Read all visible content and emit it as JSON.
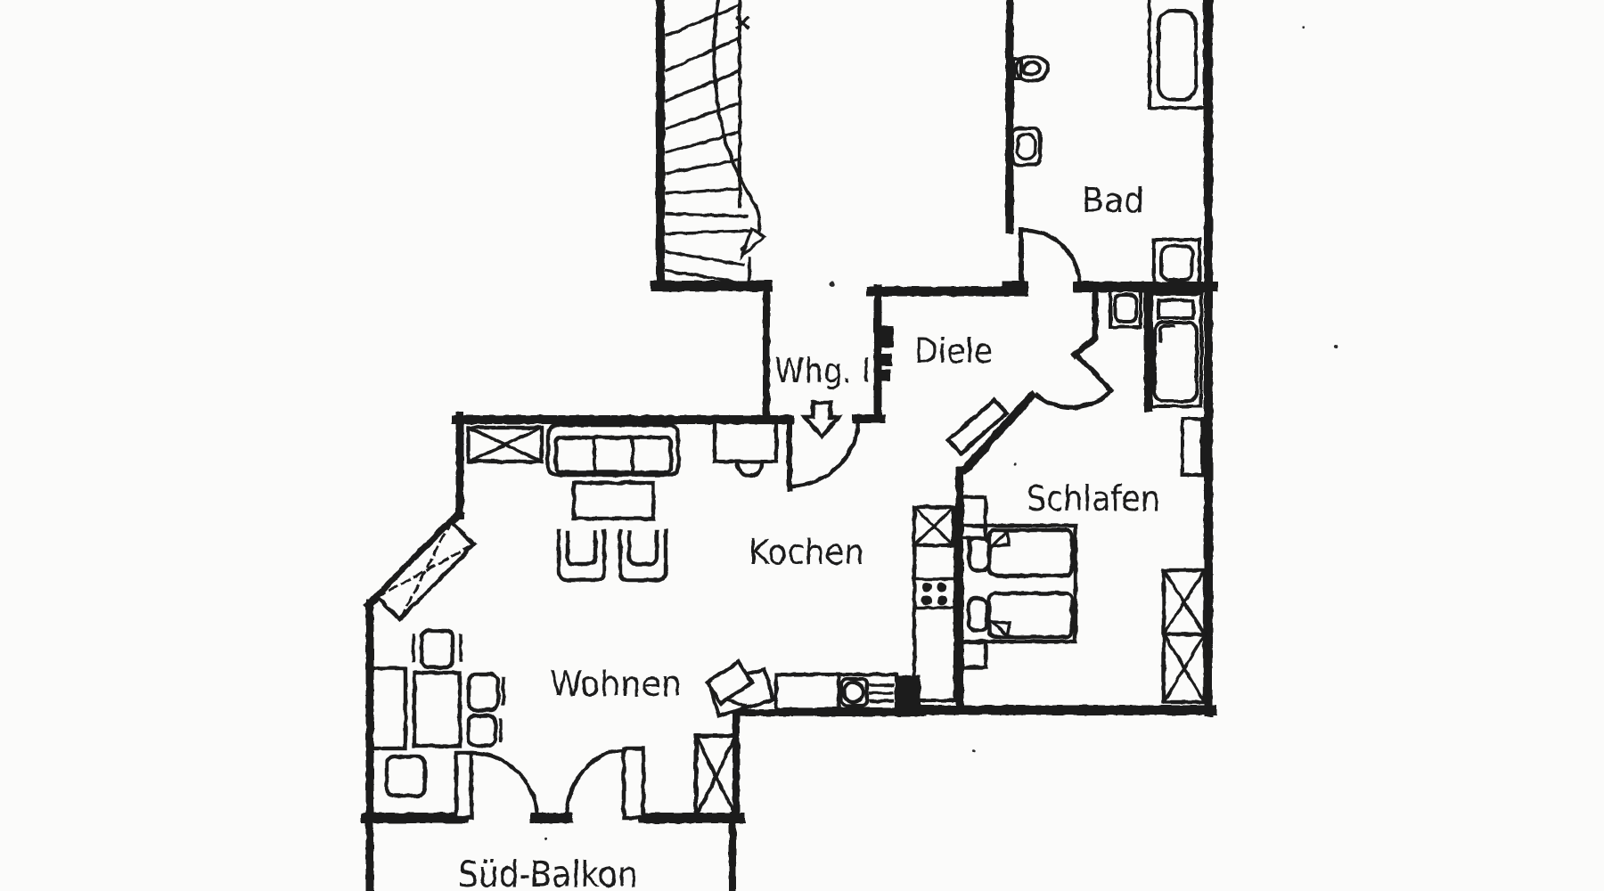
{
  "document": {
    "kind": "scanned floor plan drawing",
    "description": "Black and white architectural floor plan of apartment II (Whg. II) with spiral staircase, bathroom, hall, kitchen/living area, bedroom and south balcony"
  },
  "colors": {
    "ink": "#1b1b1b",
    "paper": "#fbfbfa"
  },
  "labels": {
    "bad": "Bad",
    "diele": "Diele",
    "whg": "Whg. II",
    "kochen": "Kochen",
    "schlafen": "Schlafen",
    "wohnen": "Wohnen",
    "balkon": "Süd-Balkon"
  }
}
